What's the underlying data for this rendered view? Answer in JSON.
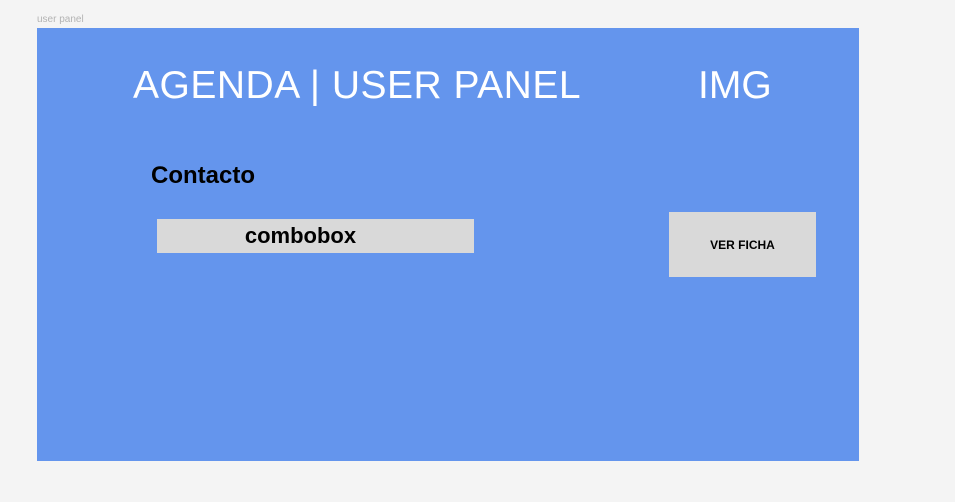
{
  "frame": {
    "label": "user panel"
  },
  "header": {
    "title": "AGENDA | USER PANEL",
    "image_placeholder": "IMG"
  },
  "form": {
    "contact_label": "Contacto",
    "combobox_value": "combobox"
  },
  "actions": {
    "ver_ficha_label": "VER FICHA"
  },
  "colors": {
    "background": "#f4f4f4",
    "panel": "#6495ed",
    "control": "#d9d9d9"
  }
}
